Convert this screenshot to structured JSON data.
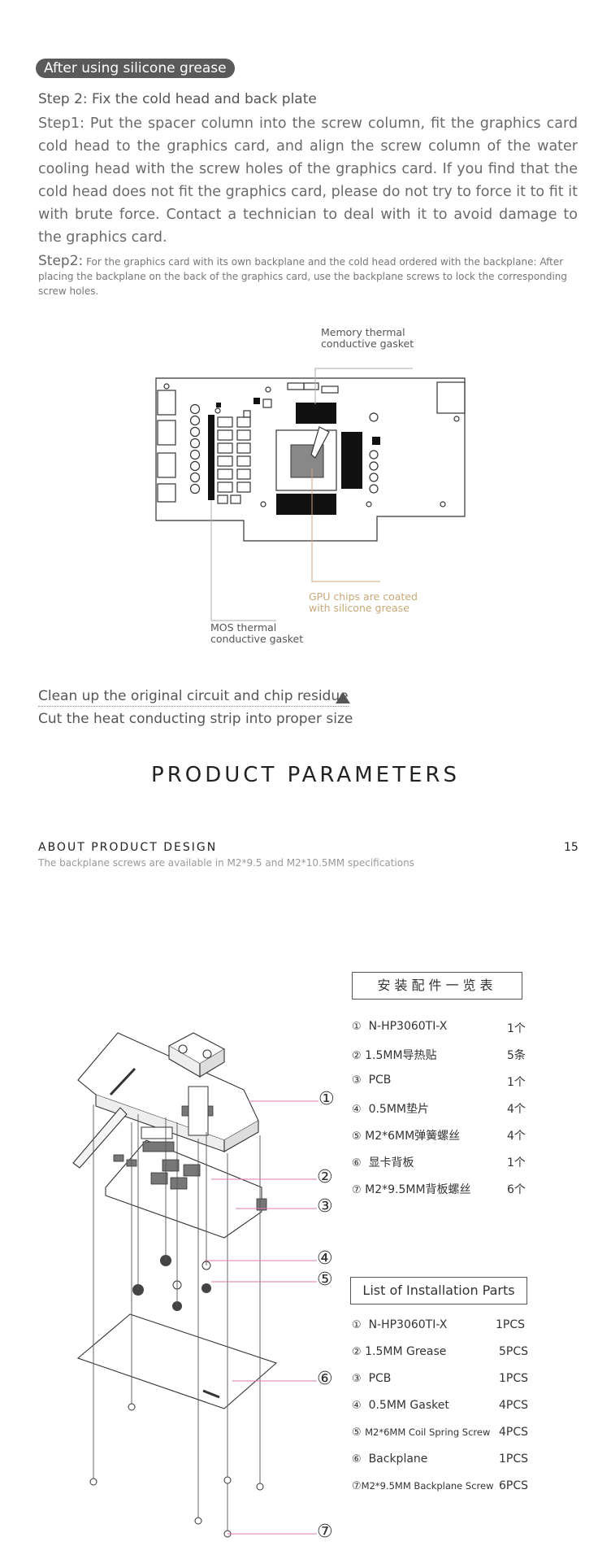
{
  "header": {
    "pill": "After using silicone grease",
    "step2_title": "Step 2: Fix the cold head and back plate",
    "para1": "Step1: Put the spacer column into the screw column, fit the graphics card cold head to the graphics card, and align the screw column of the water cooling head with the screw holes of the graphics card. If you find that the cold head does not fit the graphics card, please do not try to force it to fit it with brute force. Contact a technician to deal with it to avoid damage to the graphics card.",
    "para2_lead": "Step2:",
    "para2_body": " For the graphics card with its own backplane and the cold head ordered with the backplane: After placing the backplane on the back of the graphics card, use the backplane screws to lock the corresponding screw holes."
  },
  "diagram": {
    "memory_l1": "Memory thermal",
    "memory_l2": "conductive gasket",
    "gpu_l1": "GPU chips are coated",
    "gpu_l2": "with silicone grease",
    "mos_l1": "MOS thermal",
    "mos_l2": "conductive gasket"
  },
  "notes": {
    "clean": "Clean up the original circuit and chip residue",
    "cut": "Cut the heat conducting strip into proper size"
  },
  "section": {
    "title": "PRODUCT PARAMETERS",
    "about": "ABOUT PRODUCT DESIGN",
    "about_sub": "The backplane screws are available in M2*9.5 and M2*10.5MM specifications",
    "page_num": "15"
  },
  "callout_numbers": [
    "①",
    "②",
    "③",
    "④",
    "⑤",
    "⑥",
    "⑦"
  ],
  "parts_cn": {
    "title": "安装配件一览表",
    "items": [
      {
        "n": "①",
        "name": "N-HP3060TI-X",
        "qty": "1个"
      },
      {
        "n": "②",
        "name": "1.5MM导热贴",
        "qty": "5条"
      },
      {
        "n": "③",
        "name": "PCB",
        "qty": "1个"
      },
      {
        "n": "④",
        "name": "0.5MM垫片",
        "qty": "4个"
      },
      {
        "n": "⑤",
        "name": "M2*6MM弹簧螺丝",
        "qty": "4个"
      },
      {
        "n": "⑥",
        "name": "显卡背板",
        "qty": "1个"
      },
      {
        "n": "⑦",
        "name": "M2*9.5MM背板螺丝",
        "qty": "6个"
      }
    ]
  },
  "parts_en": {
    "title": "List of Installation Parts",
    "items": [
      {
        "n": "①",
        "name": "N-HP3060TI-X",
        "qty": "1PCS"
      },
      {
        "n": "②",
        "name": "1.5MM Grease",
        "qty": "5PCS"
      },
      {
        "n": "③",
        "name": "PCB",
        "qty": "1PCS"
      },
      {
        "n": "④",
        "name": "0.5MM Gasket",
        "qty": "4PCS"
      },
      {
        "n": "⑤",
        "name": "M2*6MM Coil Spring Screw",
        "qty": "4PCS"
      },
      {
        "n": "⑥",
        "name": "Backplane",
        "qty": "1PCS"
      },
      {
        "n": "⑦",
        "name": "M2*9.5MM Backplane Screw",
        "qty": "6PCS"
      }
    ]
  },
  "colors": {
    "accent_pink": "#e07ab0",
    "gpu_note": "#c8a878",
    "pill_bg": "#5a5a5a"
  }
}
